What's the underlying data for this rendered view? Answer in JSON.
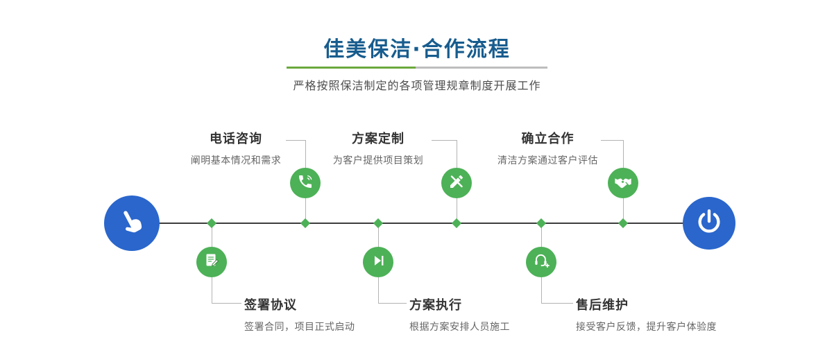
{
  "header": {
    "title": "佳美保洁·合作流程",
    "subtitle": "严格按照保洁制定的各项管理规章制度开展工作"
  },
  "timeline": {
    "start_icon": "hand-pointer-icon",
    "end_icon": "power-icon"
  },
  "steps_top": [
    {
      "title": "电话咨询",
      "desc": "阐明基本情况和需求",
      "icon": "phone-icon"
    },
    {
      "title": "方案定制",
      "desc": "为客户提供项目策划",
      "icon": "pencil-ruler-icon"
    },
    {
      "title": "确立合作",
      "desc": "清洁方案通过客户评估",
      "icon": "handshake-icon"
    }
  ],
  "steps_bottom": [
    {
      "title": "签署协议",
      "desc": "签署合同，项目正式启动",
      "icon": "contract-icon"
    },
    {
      "title": "方案执行",
      "desc": "根据方案安排人员施工",
      "icon": "play-step-icon"
    },
    {
      "title": "售后维护",
      "desc": "接受客户反馈，提升客户体验度",
      "icon": "headset-plus-icon"
    }
  ],
  "colors": {
    "accent_green": "#4db157",
    "accent_blue": "#2a66cc",
    "title_blue": "#175c8e",
    "line_gray": "#b3b3b3",
    "timeline_dark": "#3c3c3c",
    "divider_green": "#6aa83c",
    "divider_gray": "#bdbdbd"
  }
}
